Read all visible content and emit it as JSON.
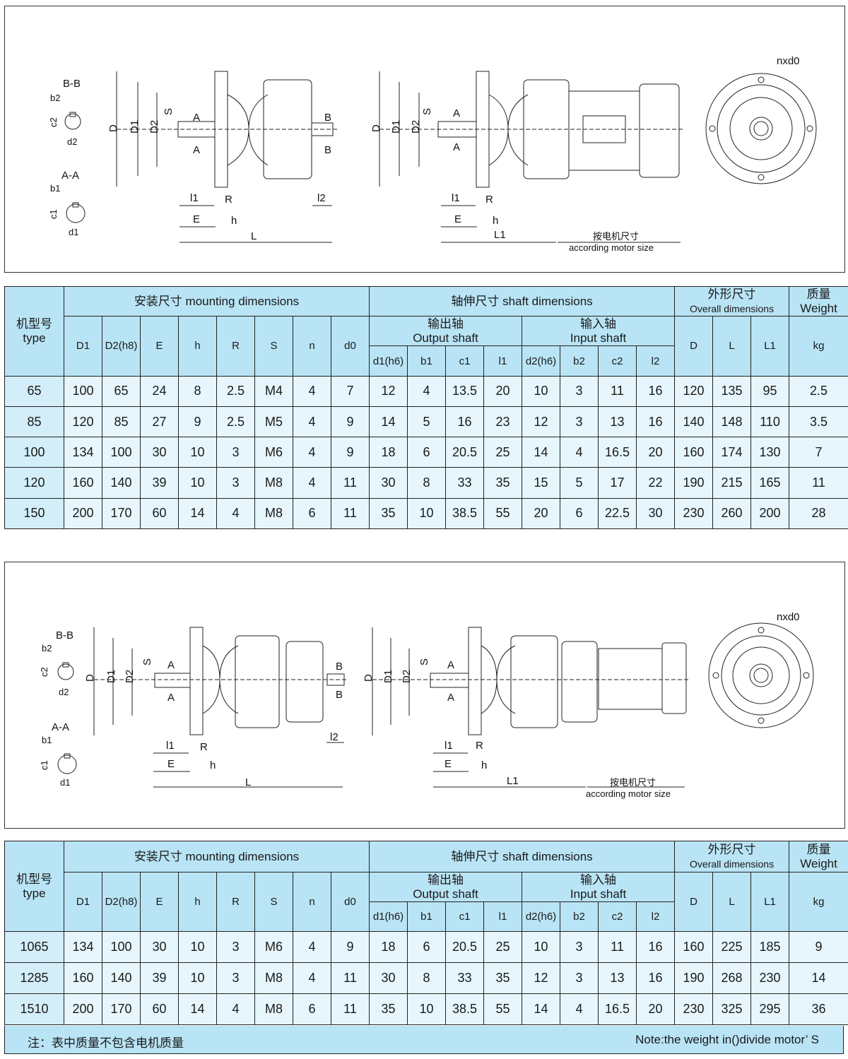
{
  "drawing1": {
    "section_bb": "B-B",
    "section_aa": "A-A",
    "b2": "b2",
    "c2": "c2",
    "d2": "d2",
    "b1": "b1",
    "c1": "c1",
    "d1": "d1",
    "D": "D",
    "D1": "D1",
    "D2": "D2",
    "S": "S",
    "A": "A",
    "B": "B",
    "l1": "l1",
    "l2": "l2",
    "R": "R",
    "E": "E",
    "h": "h",
    "L": "L",
    "L1": "L1",
    "motor_cn": "按电机尺寸",
    "motor_en": "according motor size",
    "holes": "nxd0"
  },
  "drawing2": {
    "section_bb": "B-B",
    "section_aa": "A-A",
    "b2": "b2",
    "c2": "c2",
    "d2": "d2",
    "b1": "b1",
    "c1": "c1",
    "d1": "d1",
    "D": "D",
    "D1": "D1",
    "D2": "D2",
    "S": "S",
    "A": "A",
    "B": "B",
    "l1": "l1",
    "l2": "l2",
    "R": "R",
    "E": "E",
    "h": "h",
    "L": "L",
    "L1": "L1",
    "motor_cn": "按电机尺寸",
    "motor_en": "according motor size",
    "holes": "nxd0"
  },
  "headers": {
    "type_cn": "机型号",
    "type_en": "type",
    "mounting": "安装尺寸  mounting dimensions",
    "shaft": "轴伸尺寸  shaft dimensions",
    "output_cn": "输出轴",
    "output_en": "Output shaft",
    "input_cn": "输入轴",
    "input_en": "Input shaft",
    "overall_cn": "外形尺寸",
    "overall_en": "Overall dimensions",
    "weight_cn": "质量",
    "weight_en": "Weight",
    "kg": "kg",
    "cols_mount": [
      "D1",
      "D2(h8)",
      "E",
      "h",
      "R",
      "S",
      "n",
      "d0"
    ],
    "cols_output": [
      "d1(h6)",
      "b1",
      "c1",
      "l1"
    ],
    "cols_input": [
      "d2(h6)",
      "b2",
      "c2",
      "l2"
    ],
    "cols_overall": [
      "D",
      "L",
      "L1"
    ]
  },
  "table1": {
    "rows": [
      [
        "65",
        "100",
        "65",
        "24",
        "8",
        "2.5",
        "M4",
        "4",
        "7",
        "12",
        "4",
        "13.5",
        "20",
        "10",
        "3",
        "11",
        "16",
        "120",
        "135",
        "95",
        "2.5"
      ],
      [
        "85",
        "120",
        "85",
        "27",
        "9",
        "2.5",
        "M5",
        "4",
        "9",
        "14",
        "5",
        "16",
        "23",
        "12",
        "3",
        "13",
        "16",
        "140",
        "148",
        "110",
        "3.5"
      ],
      [
        "100",
        "134",
        "100",
        "30",
        "10",
        "3",
        "M6",
        "4",
        "9",
        "18",
        "6",
        "20.5",
        "25",
        "14",
        "4",
        "16.5",
        "20",
        "160",
        "174",
        "130",
        "7"
      ],
      [
        "120",
        "160",
        "140",
        "39",
        "10",
        "3",
        "M8",
        "4",
        "11",
        "30",
        "8",
        "33",
        "35",
        "15",
        "5",
        "17",
        "22",
        "190",
        "215",
        "165",
        "11"
      ],
      [
        "150",
        "200",
        "170",
        "60",
        "14",
        "4",
        "M8",
        "6",
        "11",
        "35",
        "10",
        "38.5",
        "55",
        "20",
        "6",
        "22.5",
        "30",
        "230",
        "260",
        "200",
        "28"
      ]
    ]
  },
  "table2": {
    "rows": [
      [
        "1065",
        "134",
        "100",
        "30",
        "10",
        "3",
        "M6",
        "4",
        "9",
        "18",
        "6",
        "20.5",
        "25",
        "10",
        "3",
        "11",
        "16",
        "160",
        "225",
        "185",
        "9"
      ],
      [
        "1285",
        "160",
        "140",
        "39",
        "10",
        "3",
        "M8",
        "4",
        "11",
        "30",
        "8",
        "33",
        "35",
        "12",
        "3",
        "13",
        "16",
        "190",
        "268",
        "230",
        "14"
      ],
      [
        "1510",
        "200",
        "170",
        "60",
        "14",
        "4",
        "M8",
        "6",
        "11",
        "35",
        "10",
        "38.5",
        "55",
        "14",
        "4",
        "16.5",
        "20",
        "230",
        "325",
        "295",
        "36"
      ]
    ]
  },
  "note": {
    "cn": "注：表中质量不包含电机质量",
    "en": "Note:the weight in()divide motor’ S"
  }
}
